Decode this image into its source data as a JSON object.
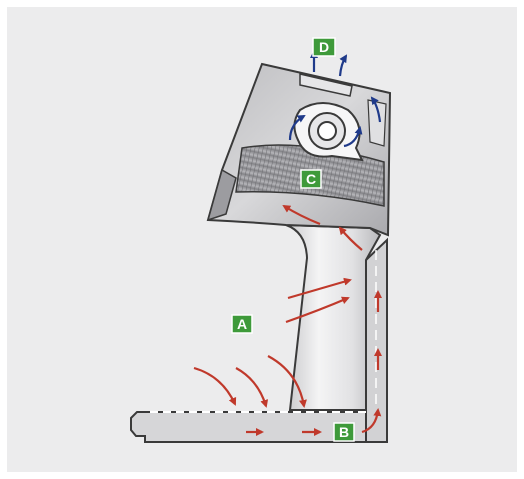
{
  "labels": {
    "a": "A",
    "b": "B",
    "c": "C",
    "d": "D"
  },
  "colors": {
    "background": "#ececed",
    "cabinet_outline": "#3a3a3a",
    "label_fill": "#3e9a3a",
    "label_border": "#ffffff",
    "intake_airflow": "#c0392b",
    "exhaust_airflow": "#1f3a8a"
  },
  "icons": {
    "intake_arrows": "red-arrow",
    "exhaust_arrows": "blue-arrow",
    "blower": "fan-wheel",
    "filter": "hepa-filter"
  }
}
